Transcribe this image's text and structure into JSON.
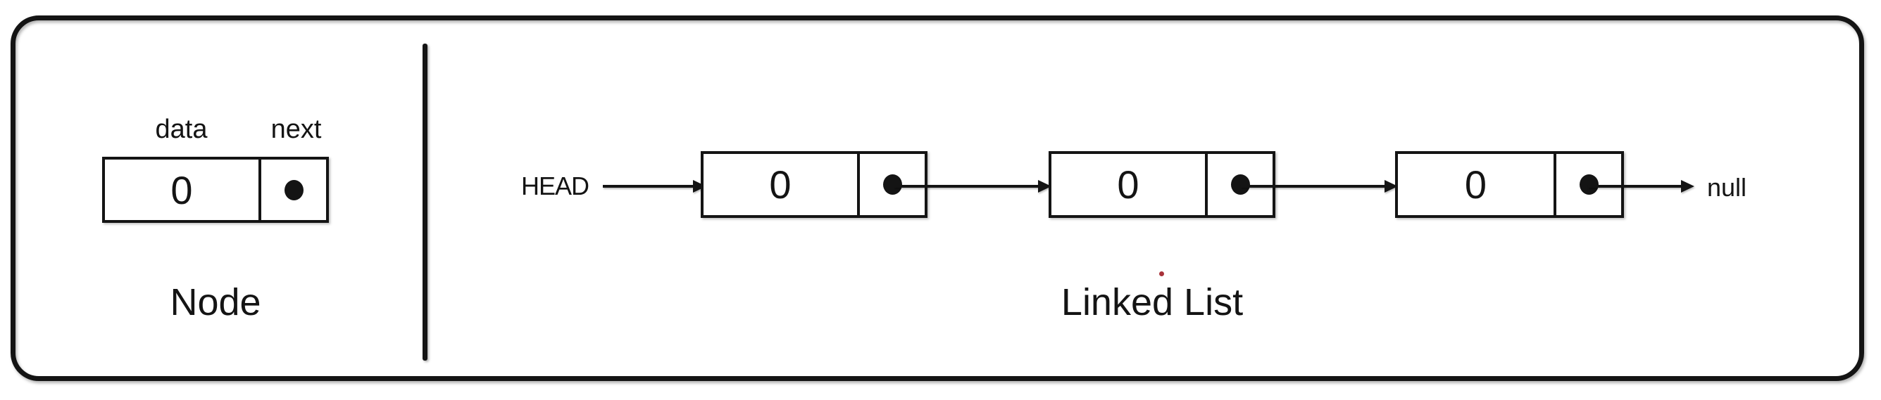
{
  "colors": {
    "ink": "#141414",
    "background": "#ffffff",
    "red_dot": "#a8323a"
  },
  "node_panel": {
    "field_labels": {
      "data": "data",
      "next": "next"
    },
    "value": "0",
    "caption": "Node"
  },
  "list_panel": {
    "head_label": "HEAD",
    "nodes": [
      {
        "value": "0"
      },
      {
        "value": "0"
      },
      {
        "value": "0"
      }
    ],
    "null_label": "null",
    "caption": "Linked List"
  }
}
